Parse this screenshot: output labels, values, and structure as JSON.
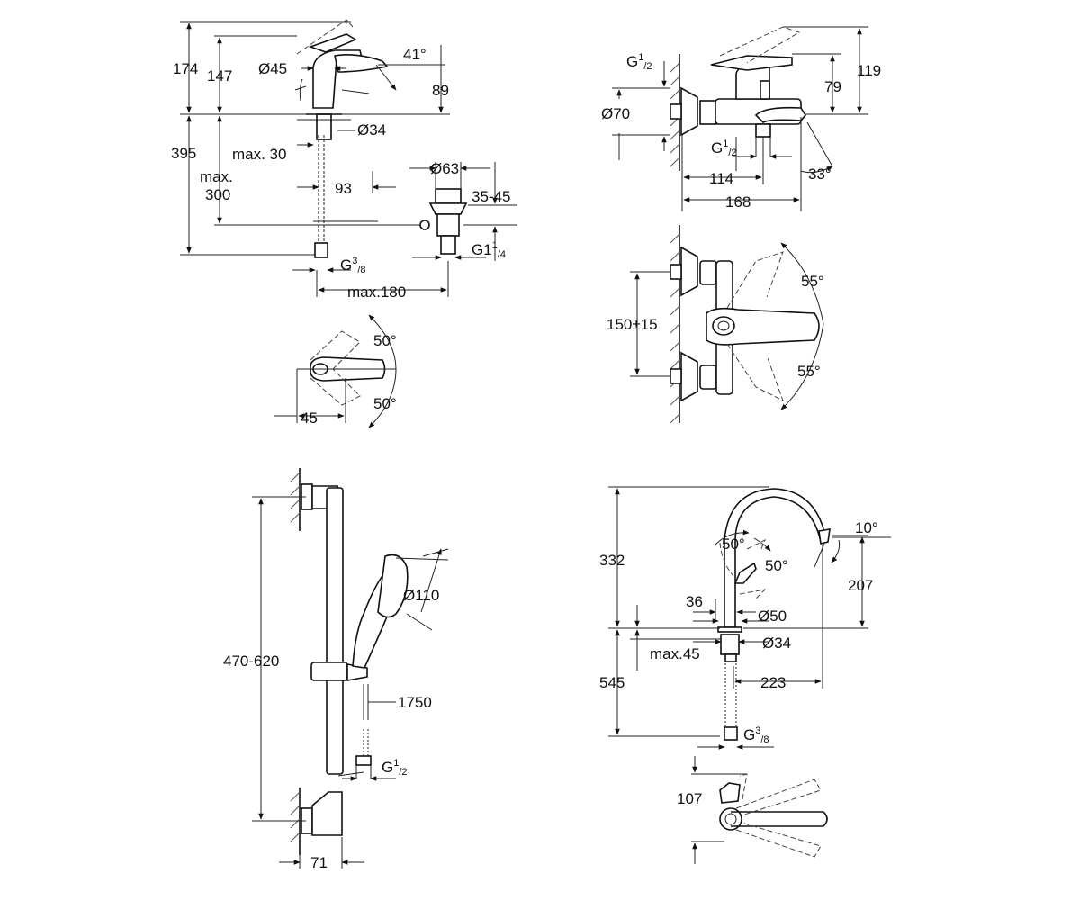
{
  "basin_mixer": {
    "h_174": "174",
    "h_147": "147",
    "d_45": "Ø45",
    "a_41": "41°",
    "h_89": "89",
    "d_34": "Ø34",
    "max30": "max. 30",
    "h_395": "395",
    "max_a": "max.",
    "max_b": "300",
    "d_63": "Ø63",
    "w_93": "93",
    "r_35_45": "35-45",
    "g_114": "G1",
    "g_114_sup": "1",
    "g_114_sub": "/4",
    "g_38": "G",
    "g_38_sup": "3",
    "g_38_sub": "/8",
    "max180": "max.180"
  },
  "basin_lever": {
    "a_50_top": "50°",
    "a_50_bottom": "50°",
    "w_45": "45"
  },
  "bath_mixer": {
    "g_12_top": "G",
    "g_12_top_sup": "1",
    "g_12_top_sub": "/2",
    "h_119": "119",
    "h_79": "79",
    "d_70": "Ø70",
    "g_12_mid": "G",
    "g_12_mid_sup": "1",
    "g_12_mid_sub": "/2",
    "w_114": "114",
    "a_33": "33°",
    "w_168": "168"
  },
  "bath_front": {
    "a_55_top": "55°",
    "c_150": "150±15",
    "a_55_bottom": "55°"
  },
  "shower_rail": {
    "h_470_620": "470-620",
    "d_110": "Ø110",
    "hose_1750": "1750",
    "g_12": "G",
    "g_12_sup": "1",
    "g_12_sub": "/2",
    "w_71": "71"
  },
  "sink_mixer": {
    "a_10": "10°",
    "a_50_a": "50°",
    "a_50_b": "50°",
    "h_332": "332",
    "h_207": "207",
    "w_36": "36",
    "d_50": "Ø50",
    "d_34": "Ø34",
    "max45": "max.45",
    "h_545": "545",
    "w_223": "223",
    "g_38": "G",
    "g_38_sup": "3",
    "g_38_sub": "/8",
    "w_107": "107"
  }
}
